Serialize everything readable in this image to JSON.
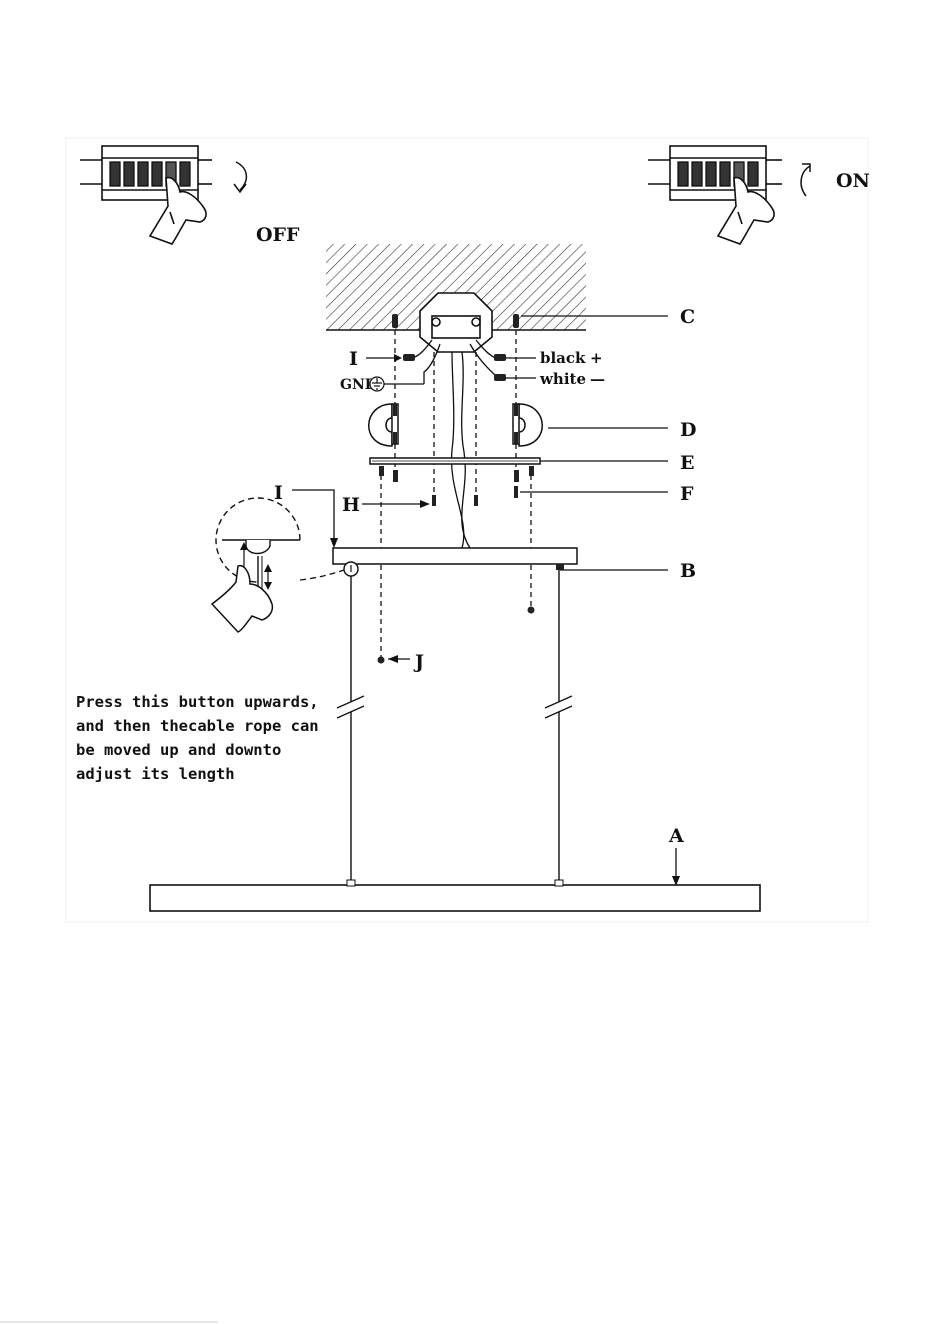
{
  "breaker_off": {
    "label": "OFF"
  },
  "breaker_on": {
    "label": "ON"
  },
  "callouts": {
    "A": "A",
    "B": "B",
    "C": "C",
    "D": "D",
    "E": "E",
    "F": "F",
    "H": "H",
    "I_top": "I",
    "I_left": "I",
    "J": "J"
  },
  "wires": {
    "gnd": "GND",
    "black": "black",
    "black_sign": "+",
    "white": "white",
    "white_sign": "—"
  },
  "note_lines": [
    "Press this button upwards,",
    "and then thecable rope can",
    "be moved up and downto",
    "adjust its length"
  ],
  "icons": [
    "circuit-breaker-off-icon",
    "circuit-breaker-on-icon",
    "hand-icon",
    "rotate-down-arrow-icon",
    "rotate-up-arrow-icon",
    "ground-symbol-icon"
  ]
}
